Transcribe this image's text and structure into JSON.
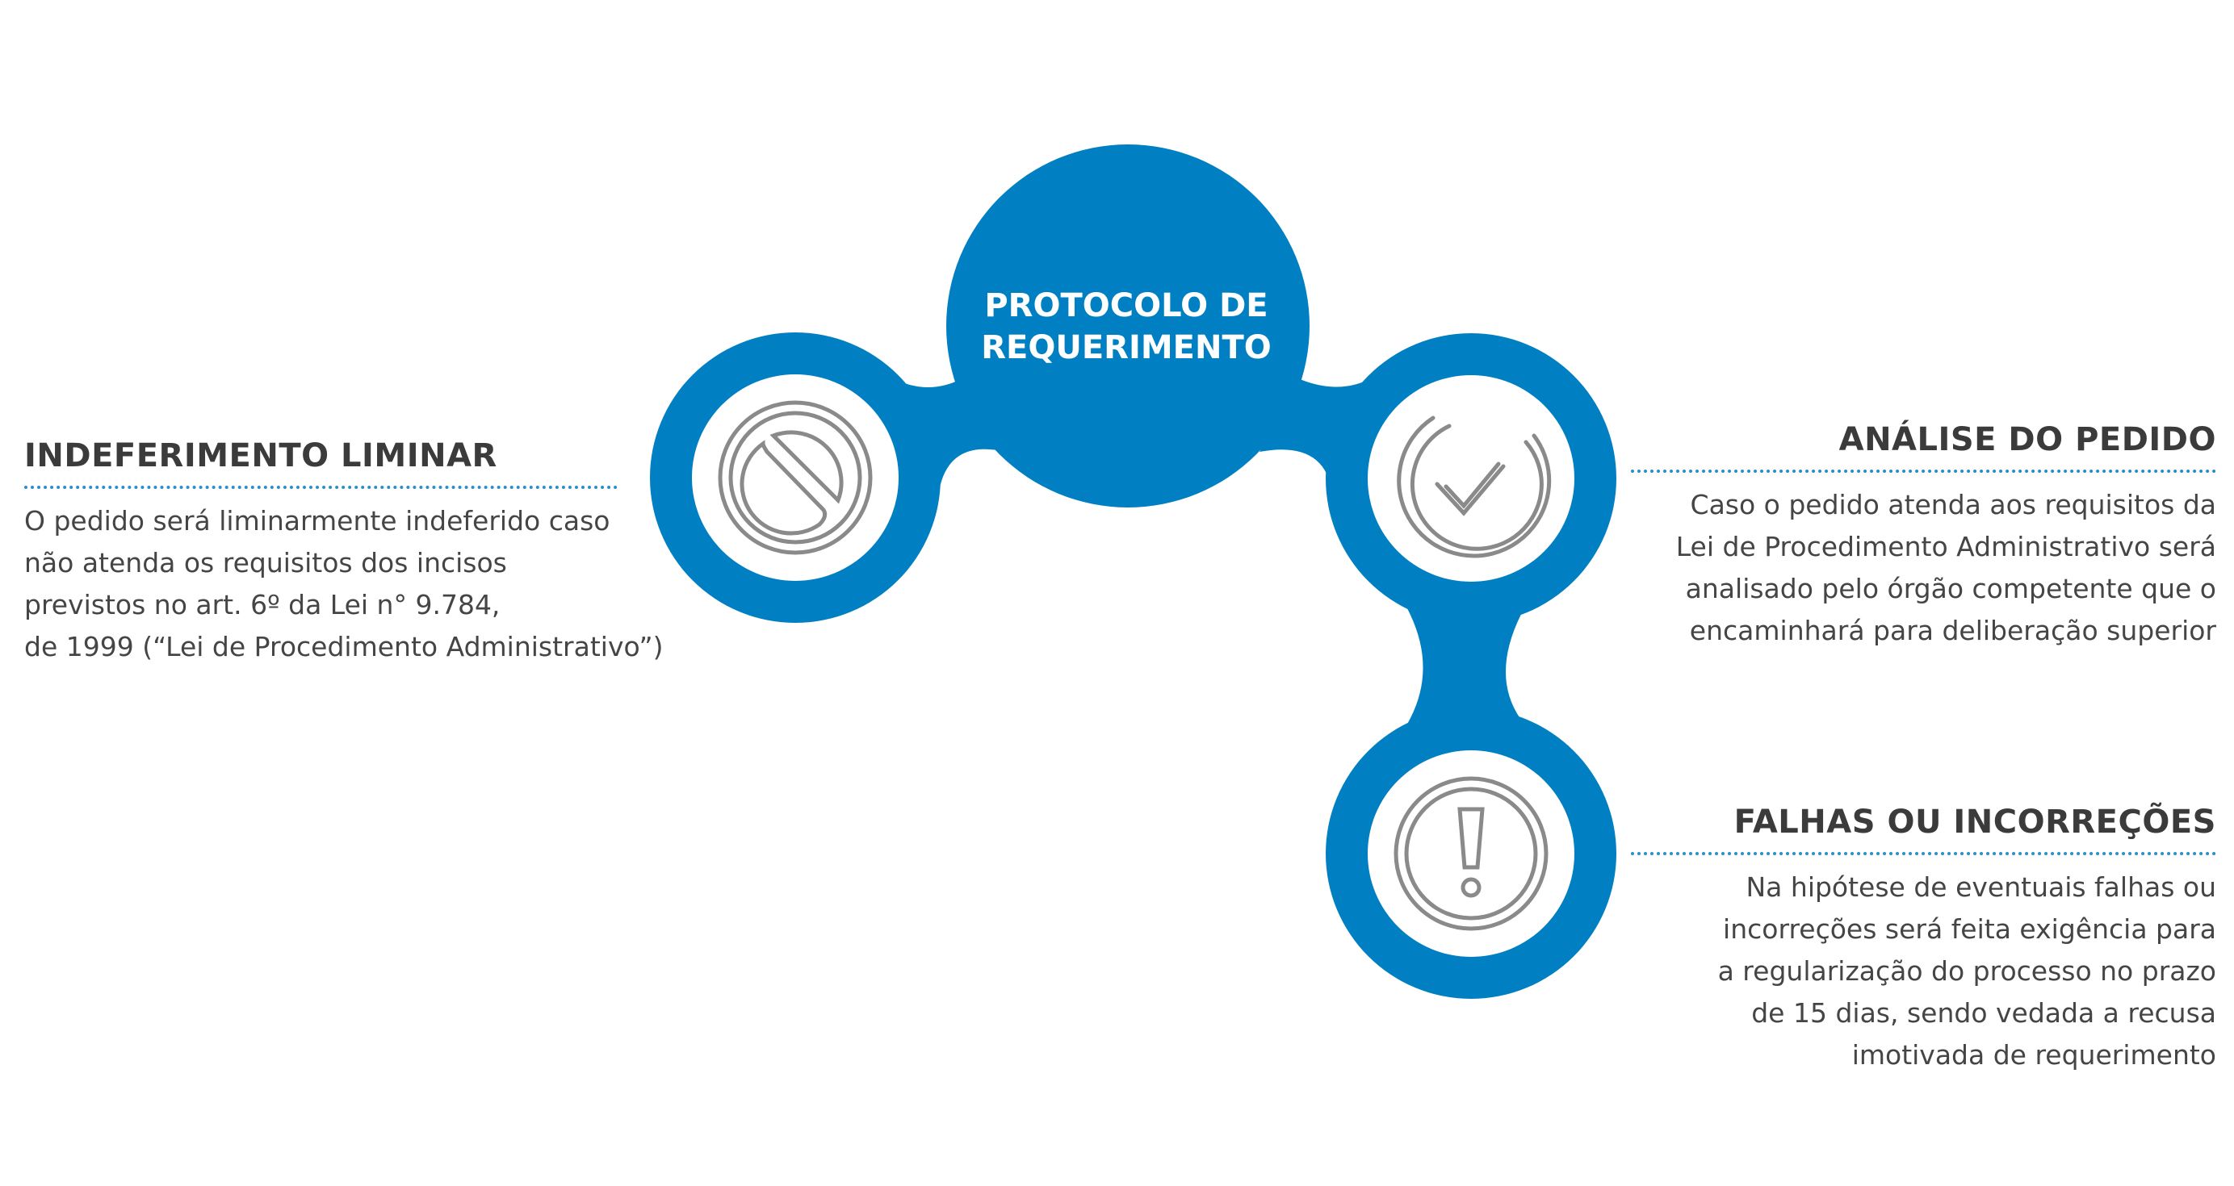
{
  "colors": {
    "accent": "#0080C2",
    "icon_stroke": "#8a8a8a",
    "text": "#3f3f3f",
    "rule": "#2a8fc9"
  },
  "center": {
    "title_line1": "PROTOCOLO DE",
    "title_line2": "REQUERIMENTO"
  },
  "nodes": [
    {
      "icon": "prohibited-icon",
      "title": "INDEFERIMENTO LIMINAR",
      "lines": [
        "O pedido será liminarmente indeferido caso",
        "não atenda os requisitos dos incisos",
        "previstos no art. 6º da Lei n° 9.784,",
        "de 1999 (“Lei de Procedimento Administrativo”)"
      ]
    },
    {
      "icon": "checkmark-icon",
      "title": "ANÁLISE DO PEDIDO",
      "lines": [
        "Caso o pedido atenda aos requisitos da",
        "Lei de Procedimento Administrativo será",
        "analisado pelo órgão competente que o",
        "encaminhará para deliberação superior"
      ]
    },
    {
      "icon": "exclamation-icon",
      "title": "FALHAS OU INCORREÇÕES",
      "lines": [
        "Na hipótese de eventuais falhas ou",
        "incorreções será feita exigência para",
        "a regularização do processo no prazo",
        "de 15 dias, sendo vedada a recusa",
        "imotivada de requerimento"
      ]
    }
  ]
}
